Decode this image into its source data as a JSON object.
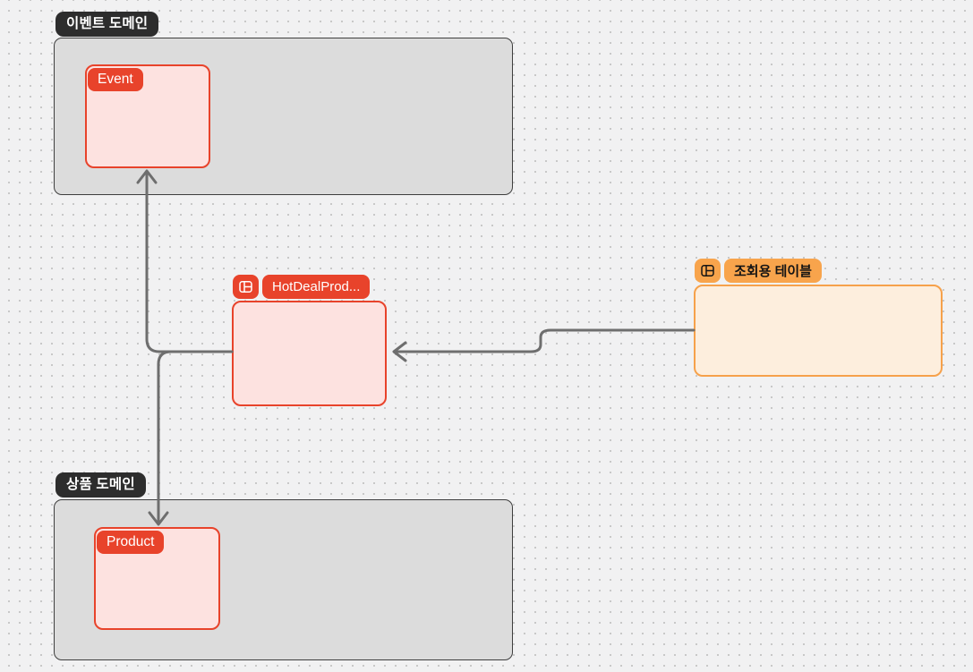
{
  "canvas": {
    "groups": [
      {
        "label": "이벤트 도메인"
      },
      {
        "label": "상품 도메인"
      }
    ],
    "nodes": [
      {
        "label": "Event",
        "color": "#e8432b"
      },
      {
        "label": "HotDealProd...",
        "color": "#e8432b",
        "icon": "table-icon"
      },
      {
        "label": "조회용 테이블",
        "color": "#f8a44c",
        "icon": "table-icon"
      },
      {
        "label": "Product",
        "color": "#e8432b"
      }
    ],
    "edges": [
      {
        "from": "HotDealProd...",
        "to": "Event"
      },
      {
        "from": "HotDealProd...",
        "to": "Product"
      },
      {
        "from": "조회용 테이블",
        "to": "HotDealProd..."
      }
    ],
    "colors": {
      "red_fill": "#fde2e0",
      "red_stroke": "#e8432b",
      "orange_fill": "#fdeedd",
      "orange_stroke": "#f6a14b",
      "group_fill": "#dcdcdc",
      "group_stroke": "#3e3e3e",
      "group_label_bg": "#2d2d2d",
      "arrow": "#6e6e6e",
      "background": "#f1f1f2"
    }
  }
}
